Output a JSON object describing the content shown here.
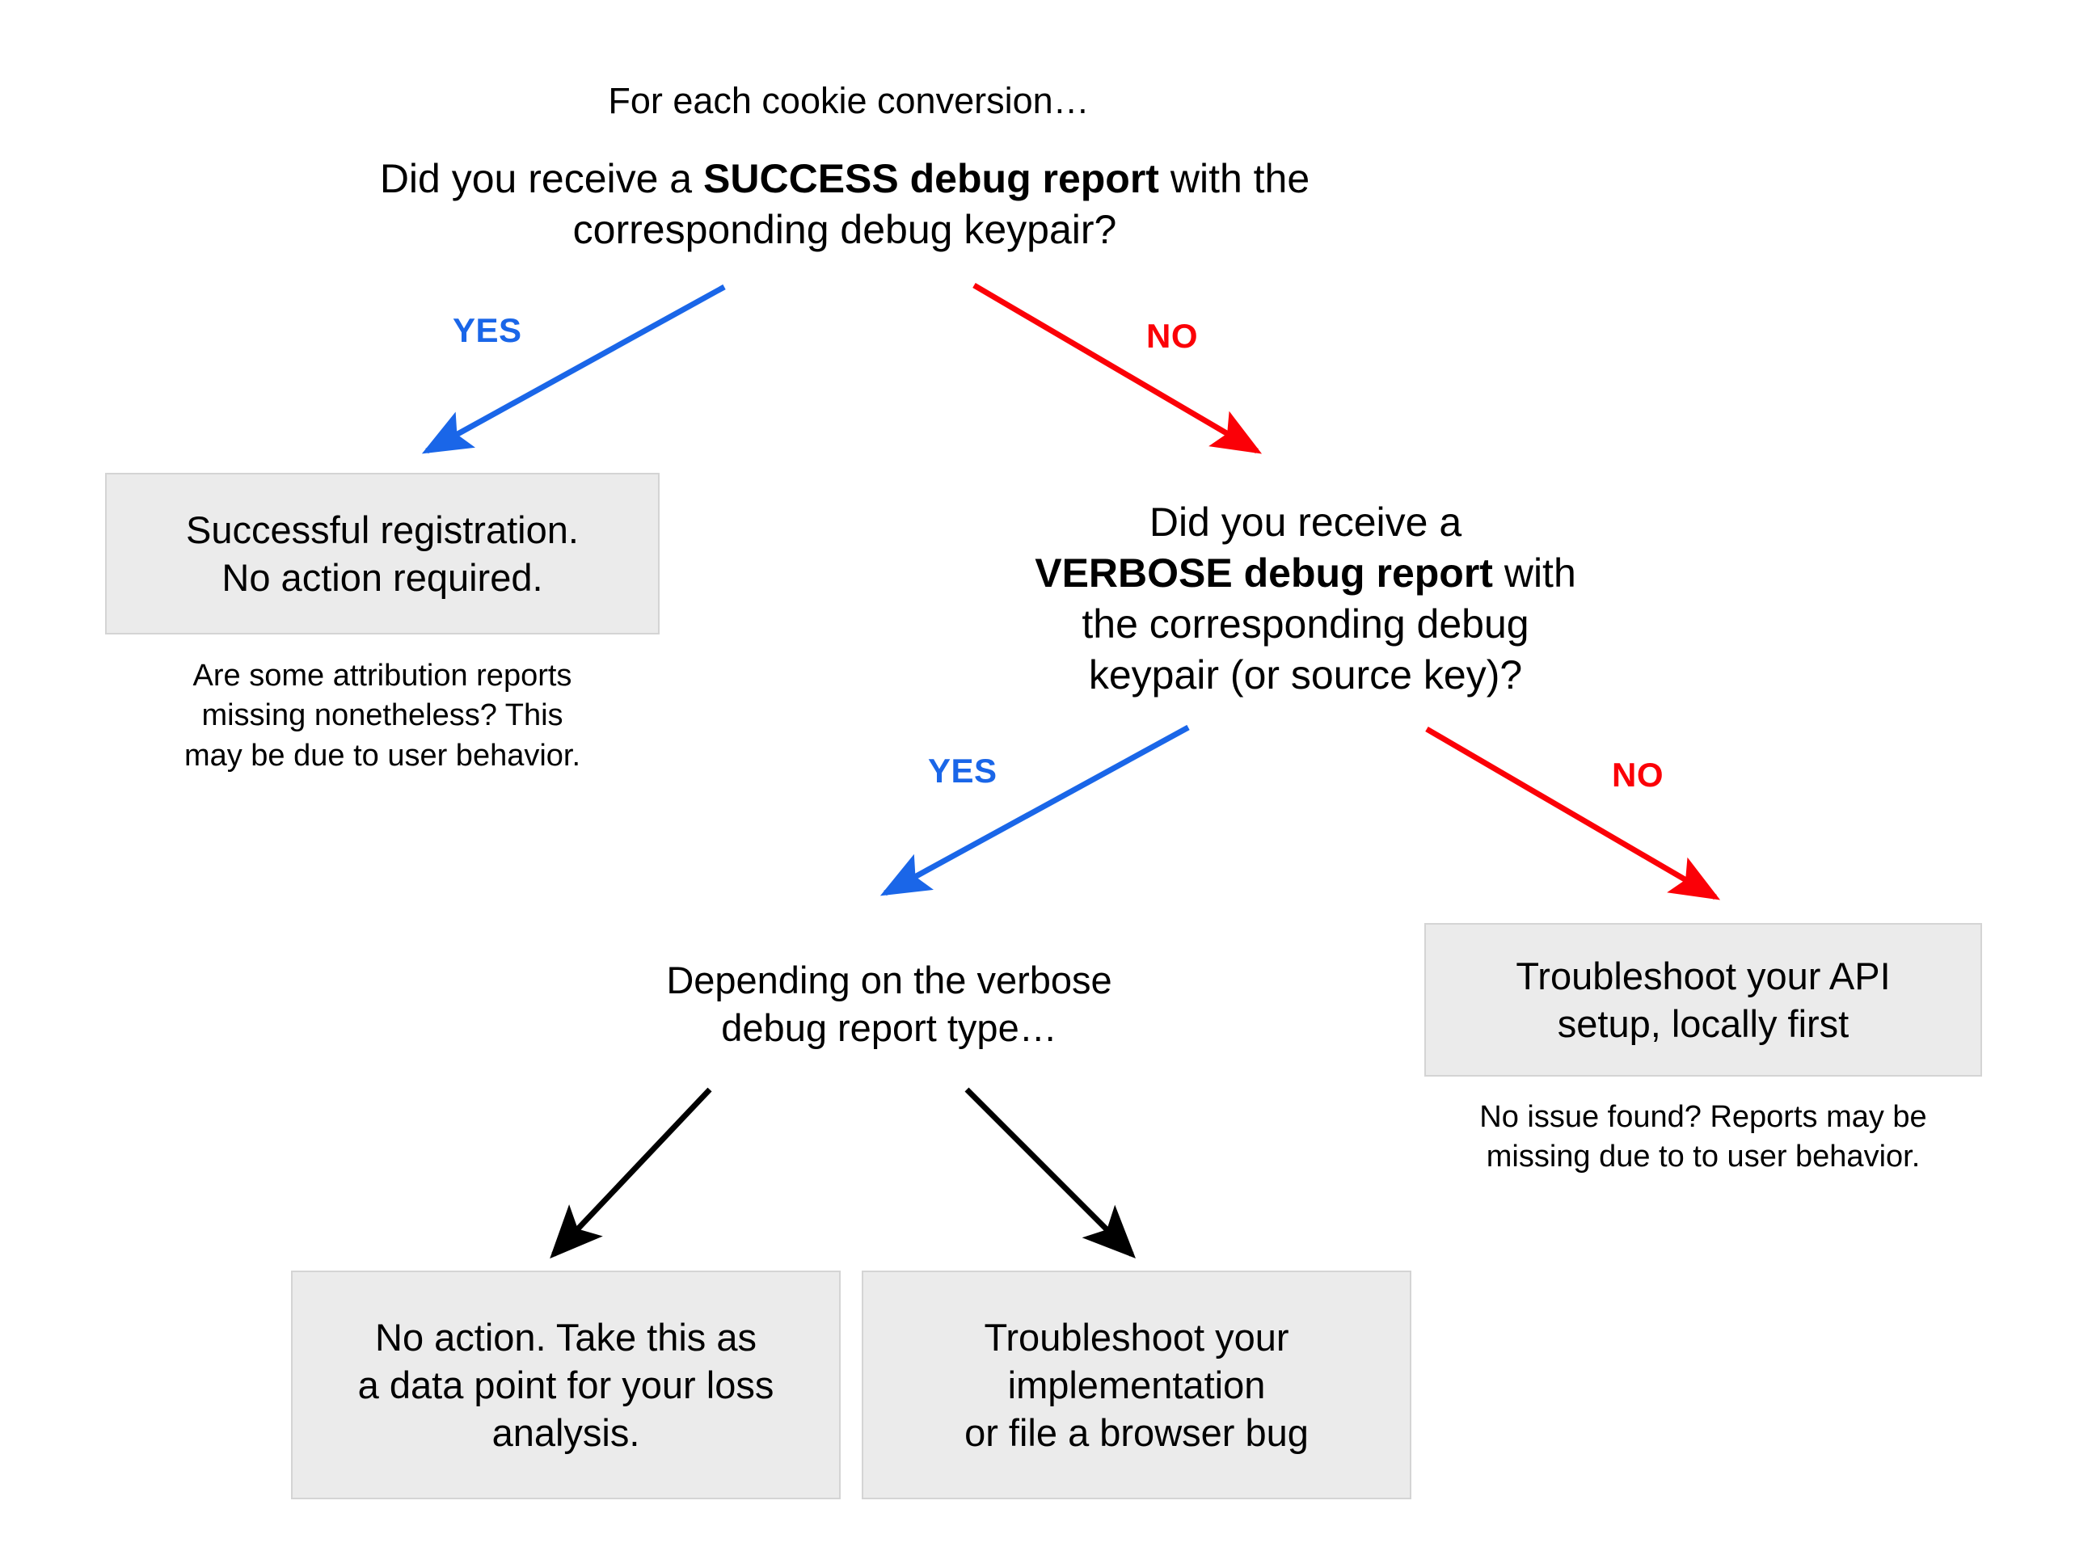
{
  "diagram": {
    "title": "For each cookie conversion…",
    "background_color": "#ffffff",
    "box_fill_color": "#ebebeb",
    "box_border_color": "#d4d4d4",
    "yes_color": "#1a66e8",
    "no_color": "#fb0007",
    "neutral_edge_color": "#000000"
  },
  "nodes": {
    "root_question": {
      "line1_prefix": "Did you receive a ",
      "line1_bold": "SUCCESS debug report",
      "line1_suffix": " with the",
      "line2": "corresponding debug keypair?"
    },
    "success_box": {
      "text": "Successful registration.\nNo action required."
    },
    "success_caption": {
      "text": "Are some attribution reports\nmissing nonetheless? This\nmay be due to user behavior."
    },
    "verbose_question": {
      "line1": "Did you receive a",
      "line2_bold": "VERBOSE debug report",
      "line2_suffix": " with",
      "line3": "the corresponding debug",
      "line4": "keypair (or source key)?"
    },
    "verbose_type_text": {
      "text": "Depending on the verbose\ndebug report type…"
    },
    "api_setup_box": {
      "text": "Troubleshoot your API\nsetup, locally first"
    },
    "api_setup_caption": {
      "text": "No issue found? Reports may be\nmissing due to to user behavior."
    },
    "no_action_box": {
      "text": "No action. Take this as\na data point for your loss\nanalysis."
    },
    "troubleshoot_impl_box": {
      "text": "Troubleshoot your\nimplementation\nor file a browser bug"
    }
  },
  "edges": {
    "root_yes": {
      "label": "YES",
      "color": "#1a66e8"
    },
    "root_no": {
      "label": "NO",
      "color": "#fb0007"
    },
    "verbose_yes": {
      "label": "YES",
      "color": "#1a66e8"
    },
    "verbose_no": {
      "label": "NO",
      "color": "#fb0007"
    },
    "type_left": {
      "label": "",
      "color": "#000000"
    },
    "type_right": {
      "label": "",
      "color": "#000000"
    }
  }
}
